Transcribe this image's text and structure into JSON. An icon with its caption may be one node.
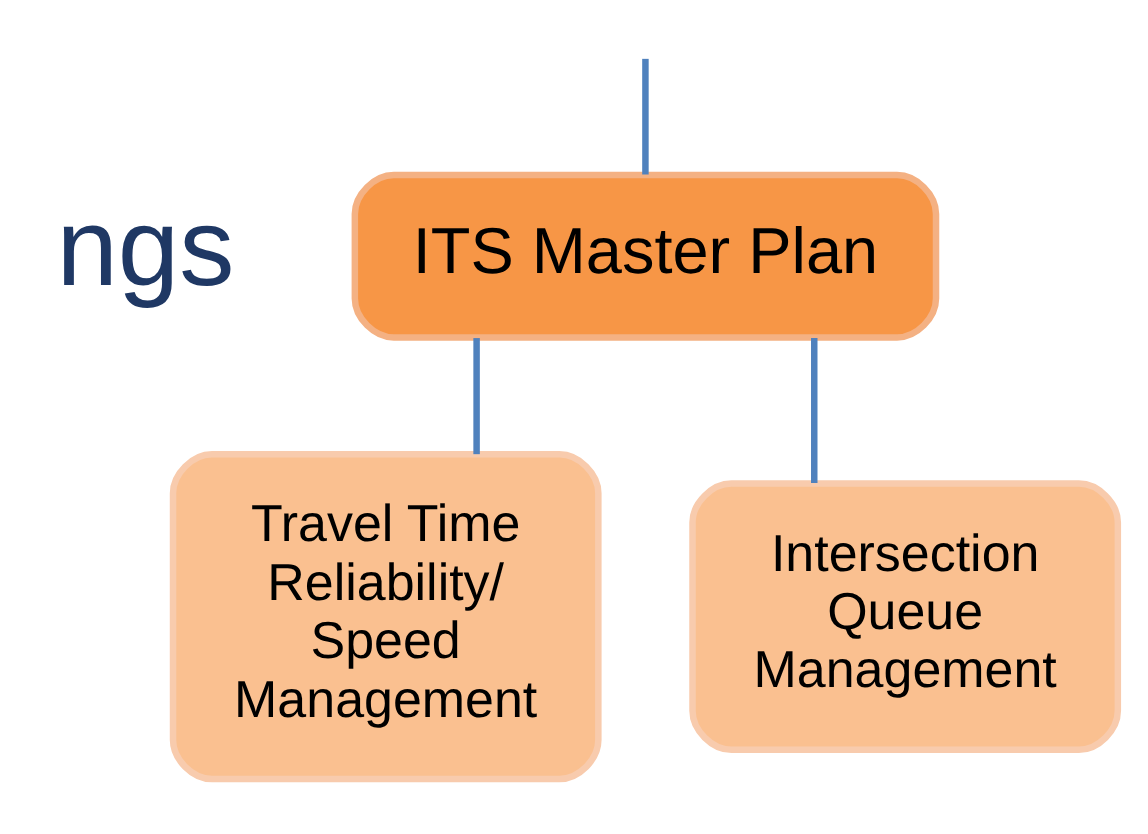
{
  "diagram": {
    "nodes": [
      {
        "text": [
          "ITS Master Plan"
        ]
      },
      {
        "text": [
          "Travel Time Reliability/ Speed Management"
        ]
      },
      {
        "text": [
          "Intersection Queue Management"
        ]
      }
    ],
    "edges": [
      {
        "from": null,
        "to": 0,
        "arrow": "none"
      },
      {
        "from": 0,
        "to": 1,
        "arrow": "none"
      },
      {
        "from": 0,
        "to": 2,
        "arrow": "none"
      }
    ],
    "labels": [
      "ngs"
    ]
  }
}
